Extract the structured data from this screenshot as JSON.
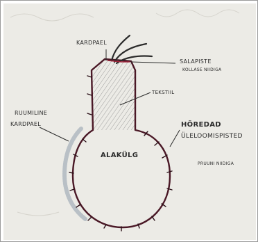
{
  "labels": {
    "kardpael": "KARDPAEL",
    "salapiste": "SALAPISTE",
    "kollase_niidiga": "KOLLASE NIIDIGA",
    "tekstiil": "TEKSTIIL",
    "ruumiline": "RUUMILINE",
    "ruumiline_kardpael": "KARDPAEL",
    "horedad": "HÕREDAD",
    "uleloomispisted": "ÜLELOOMISPISTED",
    "alakulg": "ALAKÜLG",
    "pruuni_niidiga": "PRUUNI NIIDIGA"
  },
  "colors": {
    "paper": "#ecebe6",
    "ink": "#2b2b2b",
    "outline_thread": "#4a1826",
    "gimp_cord": "#b9c0c6",
    "hatching": "#7a7a7a"
  }
}
